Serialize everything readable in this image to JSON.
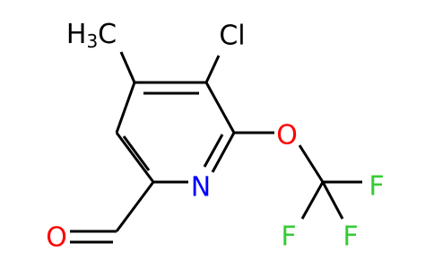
{
  "molecule": {
    "atoms": {
      "cl": {
        "text": "Cl",
        "color": "#000000"
      },
      "n": {
        "text": "N",
        "color": "#0000ff"
      },
      "o_ether": {
        "text": "O",
        "color": "#ff0000"
      },
      "o_aldehyde": {
        "text": "O",
        "color": "#ff0000"
      },
      "f1": {
        "text": "F",
        "color": "#33cc33"
      },
      "f2": {
        "text": "F",
        "color": "#33cc33"
      },
      "f3": {
        "text": "F",
        "color": "#33cc33"
      },
      "methyl": {
        "text": "H",
        "subscript": "3",
        "suffix": "C",
        "color": "#000000"
      }
    },
    "bond_color": "#000000"
  }
}
